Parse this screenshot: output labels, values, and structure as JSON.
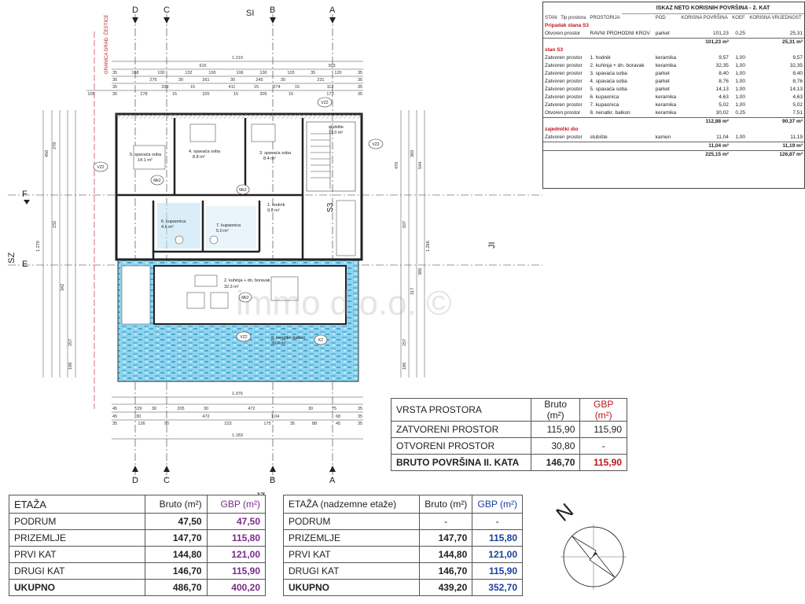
{
  "plan": {
    "section_labels": {
      "d": "D",
      "c": "C",
      "si": "SI",
      "b": "B",
      "a": "A",
      "f": "F",
      "e": "E",
      "sz": "SZ",
      "ji": "JI",
      "jz": "JZ"
    },
    "boundary_note": "GRANICA GRAĐ. ČESTICE",
    "watermark": "immo d.o.o. ©",
    "stair_tag": "S3",
    "rooms": [
      {
        "name": "5. spavaća soba",
        "area": "14.1 m²"
      },
      {
        "name": "4. spavaća soba",
        "area": "8.8 m²"
      },
      {
        "name": "3. spavaća soba",
        "area": "8.4 m²"
      },
      {
        "name": "stubište",
        "area": "11.0 m²"
      },
      {
        "name": "1. hodnik",
        "area": "9.6 m²"
      },
      {
        "name": "6. kupaonica",
        "area": "4.6 m²"
      },
      {
        "name": "7. kupaonica",
        "area": "5.0 m²"
      },
      {
        "name": "2. kuhinja + dn. boravak",
        "area": "32.3 m²"
      },
      {
        "name": "8. nenatkr. balkon",
        "area": "30.0 m²"
      }
    ],
    "wall_tags": [
      "VZ2",
      "VZ2",
      "VZ2",
      "Mk2",
      "Mk2",
      "Mk2",
      "VZ2",
      "K2"
    ],
    "dims_top": {
      "overall": "1.219",
      "row1": [
        "915",
        "303"
      ],
      "row2": [
        "35",
        "168",
        "100",
        "132",
        "100",
        "106",
        "100",
        "103",
        "35",
        "120",
        "35"
      ],
      "row3": [
        "35",
        "275",
        "30",
        "261",
        "30",
        "245",
        "30",
        "231",
        "35"
      ],
      "row4": [
        "35",
        "339",
        "15",
        "411",
        "15",
        "274",
        "15",
        "112",
        "35"
      ],
      "row5": [
        "105",
        "35",
        "278",
        "15",
        "325",
        "15",
        "305",
        "15",
        "173",
        "35"
      ]
    },
    "dims_bottom": {
      "row1": [
        "1.076"
      ],
      "row2": [
        "45",
        "129",
        "30",
        "205",
        "30",
        "472",
        "30",
        "75",
        "35"
      ],
      "row3": [
        "45",
        "30",
        "472",
        "1.04",
        "68",
        "35"
      ],
      "row4": [
        "35",
        "126",
        "90",
        "223",
        "175",
        "35",
        "88",
        "45",
        "35"
      ],
      "overall": "1.183"
    },
    "dims_left": {
      "overall": "1.279",
      "parts": [
        "456",
        "278",
        "232",
        "342",
        "257",
        "188"
      ]
    },
    "dims_right": {
      "overall": "1.266",
      "parts": [
        "476",
        "544",
        "369",
        "507",
        "386",
        "317",
        "257",
        "186"
      ]
    }
  },
  "surface_table": {
    "title": "ISKAZ NETO KORISNIH POVRŠINA - 2. KAT",
    "headers": [
      "STAN",
      "Tip prostora",
      "PROSTORIJA",
      "POD",
      "KORISNA POVRŠINA",
      "KOEF",
      "KORISNA VRIJEDNOST"
    ],
    "sections": [
      {
        "name": "Pripadak stana S3",
        "rows": [
          [
            "Otvoren prostor",
            "RAVNI PROHODNI KROV",
            "parket",
            "101,23",
            "0,25",
            "25,31"
          ]
        ],
        "sum": [
          "101,23 m²",
          "25,31 m²"
        ]
      },
      {
        "name": "stan S3",
        "rows": [
          [
            "Zatvoren prostor",
            "1. hodnik",
            "keramika",
            "9,57",
            "1,00",
            "9,57"
          ],
          [
            "Zatvoren prostor",
            "2. kuhinja + dn. boravak",
            "keramika",
            "32,35",
            "1,00",
            "32,35"
          ],
          [
            "Zatvoren prostor",
            "3. spavaća soba",
            "parket",
            "8,40",
            "1,00",
            "8,40"
          ],
          [
            "Zatvoren prostor",
            "4. spavaća soba",
            "parket",
            "8,76",
            "1,00",
            "8,76"
          ],
          [
            "Zatvoren prostor",
            "5. spavaća soba",
            "parket",
            "14,13",
            "1,00",
            "14,13"
          ],
          [
            "Zatvoren prostor",
            "6. kupaonica",
            "keramika",
            "4,63",
            "1,00",
            "4,63"
          ],
          [
            "Zatvoren prostor",
            "7. kupaonica",
            "keramika",
            "5,02",
            "1,00",
            "5,02"
          ],
          [
            "Otvoren prostor",
            "8. nenatkr. balkon",
            "keramika",
            "30,02",
            "0,25",
            "7,51"
          ]
        ],
        "sum": [
          "112,88 m²",
          "90,37 m²"
        ]
      },
      {
        "name": "zajednički dio",
        "rows": [
          [
            "Zatvoren prostor",
            "stubište",
            "kamen",
            "11,04",
            "1,00",
            "11,19"
          ]
        ],
        "sum": [
          "11,04 m²",
          "11,19 m²"
        ]
      }
    ],
    "total": [
      "225,15 m²",
      "126,87 m²"
    ]
  },
  "vrsta_table": {
    "headers": [
      "VRSTA PROSTORA",
      "Bruto (m²)",
      "GBP (m²)"
    ],
    "rows": [
      [
        "ZATVORENI PROSTOR",
        "115,90",
        "115,90"
      ],
      [
        "OTVORENI PROSTOR",
        "30,80",
        "-"
      ]
    ],
    "total": [
      "BRUTO POVRŠINA II. KATA",
      "146,70",
      "115,90"
    ]
  },
  "etaza_table_1": {
    "headers": [
      "ETAŽA",
      "Bruto (m²)",
      "GBP (m²)"
    ],
    "rows": [
      [
        "PODRUM",
        "47,50",
        "47,50"
      ],
      [
        "PRIZEMLJE",
        "147,70",
        "115,80"
      ],
      [
        "PRVI KAT",
        "144,80",
        "121,00"
      ],
      [
        "DRUGI KAT",
        "146,70",
        "115,90"
      ]
    ],
    "total": [
      "UKUPNO",
      "486,70",
      "400,20"
    ]
  },
  "etaza_table_2": {
    "headers": [
      "ETAŽA (nadzemne etaže)",
      "Bruto (m²)",
      "GBP (m²)"
    ],
    "rows": [
      [
        "PODRUM",
        "-",
        "-"
      ],
      [
        "PRIZEMLJE",
        "147,70",
        "115,80"
      ],
      [
        "PRVI KAT",
        "144,80",
        "121,00"
      ],
      [
        "DRUGI KAT",
        "146,70",
        "115,90"
      ]
    ],
    "total": [
      "UKUPNO",
      "439,20",
      "352,70"
    ]
  },
  "north_label": "N",
  "colors": {
    "purple": "#7a2a8c",
    "red": "#c0141e",
    "blue": "#1a3f9c",
    "pool_blue": "#8fd4ef"
  }
}
